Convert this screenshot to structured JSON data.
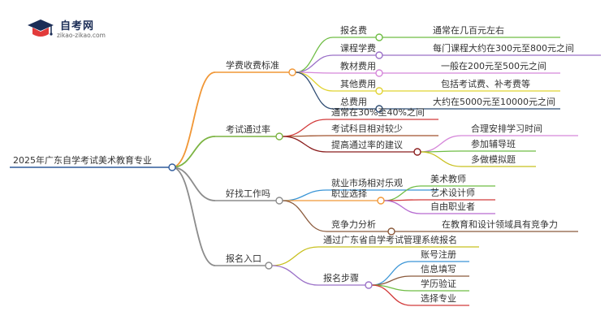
{
  "logo": {
    "title": "自考网",
    "url": "zikao-zikao.com"
  },
  "root": "2025年广东自学考试美术教育专业",
  "branches": {
    "fees": {
      "label": "学费收费标准",
      "items": [
        {
          "label": "报名费",
          "detail": "通常在几百元左右"
        },
        {
          "label": "课程学费",
          "detail": "每门课程大约在300元至800元之间"
        },
        {
          "label": "教材费用",
          "detail": "一般在200元至500元之间"
        },
        {
          "label": "其他费用",
          "detail": "包括考试费、补考费等"
        },
        {
          "label": "总费用",
          "detail": "大约在5000元至10000元之间"
        }
      ]
    },
    "pass_rate": {
      "label": "考试通过率",
      "items": [
        "通常在30%至40%之间",
        "考试科目相对较少"
      ],
      "advice_label": "提高通过率的建议",
      "advice": [
        "合理安排学习时间",
        "参加辅导班",
        "多做模拟题"
      ]
    },
    "jobs": {
      "label": "好找工作吗",
      "market": "就业市场相对乐观",
      "choice_label": "职业选择",
      "choices": [
        "美术教师",
        "艺术设计师",
        "自由职业者"
      ],
      "compete_label": "竞争力分析",
      "compete_detail": "在教育和设计领域具有竞争力"
    },
    "signup": {
      "label": "报名入口",
      "system": "通过广东省自学考试管理系统报名",
      "steps_label": "报名步骤",
      "steps": [
        "账号注册",
        "信息填写",
        "学历验证",
        "选择专业"
      ]
    }
  },
  "colors": {
    "root": "#2f5b9c",
    "fees": "#f19736",
    "pass_rate": "#7cb442",
    "jobs": "#8c8c8c",
    "signup": "#8c8c8c",
    "fee_items": [
      "#6fbd45",
      "#9b71c8",
      "#d586d9",
      "#e1d332",
      "#2f4d73"
    ],
    "pass_items": [
      "#d23a3a",
      "#a0522d",
      "#8b1e1e"
    ],
    "advice": [
      "#d586d9",
      "#6fbd45",
      "#c8c01e"
    ],
    "jobs_items": [
      "#3a95d6",
      "#f19736",
      "#8b5a3c"
    ],
    "choices": [
      "#6fbd45",
      "#d23a3a",
      "#b66bd1"
    ],
    "signup_items": [
      "#c8c01e",
      "#9b71c8"
    ],
    "steps": [
      "#3a95d6",
      "#8b5a3c",
      "#6fbd45",
      "#d23a3a"
    ]
  }
}
